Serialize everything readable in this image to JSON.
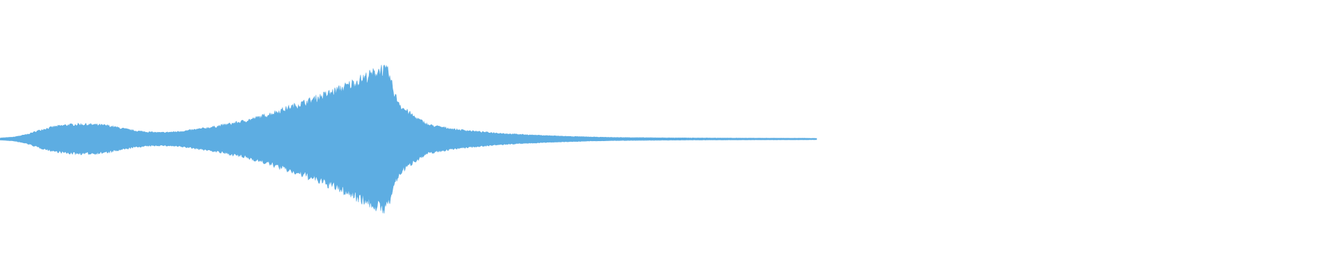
{
  "colors": {
    "waveform": "#5dade2",
    "background": "#ffffff"
  },
  "chart_data": {
    "type": "area",
    "title": "",
    "xlabel": "",
    "ylabel": "",
    "xlim": [
      0,
      1
    ],
    "ylim": [
      -1,
      1
    ],
    "grid": false,
    "legend": "none",
    "series": [
      {
        "values": [
          [
            0.0,
            0.008
          ],
          [
            0.01,
            0.015
          ],
          [
            0.02,
            0.035
          ],
          [
            0.03,
            0.07
          ],
          [
            0.04,
            0.095
          ],
          [
            0.05,
            0.11
          ],
          [
            0.06,
            0.115
          ],
          [
            0.07,
            0.112
          ],
          [
            0.08,
            0.105
          ],
          [
            0.09,
            0.085
          ],
          [
            0.1,
            0.065
          ],
          [
            0.11,
            0.055
          ],
          [
            0.12,
            0.05
          ],
          [
            0.13,
            0.055
          ],
          [
            0.14,
            0.065
          ],
          [
            0.15,
            0.08
          ],
          [
            0.16,
            0.095
          ],
          [
            0.17,
            0.115
          ],
          [
            0.18,
            0.135
          ],
          [
            0.19,
            0.16
          ],
          [
            0.2,
            0.19
          ],
          [
            0.21,
            0.225
          ],
          [
            0.22,
            0.26
          ],
          [
            0.23,
            0.295
          ],
          [
            0.24,
            0.335
          ],
          [
            0.25,
            0.375
          ],
          [
            0.26,
            0.42
          ],
          [
            0.27,
            0.47
          ],
          [
            0.28,
            0.52
          ],
          [
            0.285,
            0.55
          ],
          [
            0.29,
            0.52
          ],
          [
            0.295,
            0.34
          ],
          [
            0.3,
            0.25
          ],
          [
            0.31,
            0.17
          ],
          [
            0.32,
            0.11
          ],
          [
            0.34,
            0.075
          ],
          [
            0.36,
            0.055
          ],
          [
            0.38,
            0.04
          ],
          [
            0.4,
            0.03
          ],
          [
            0.42,
            0.022
          ],
          [
            0.44,
            0.016
          ],
          [
            0.46,
            0.012
          ],
          [
            0.5,
            0.009
          ],
          [
            0.55,
            0.007
          ],
          [
            0.6,
            0.006
          ],
          [
            0.61,
            0.005
          ]
        ]
      }
    ]
  }
}
